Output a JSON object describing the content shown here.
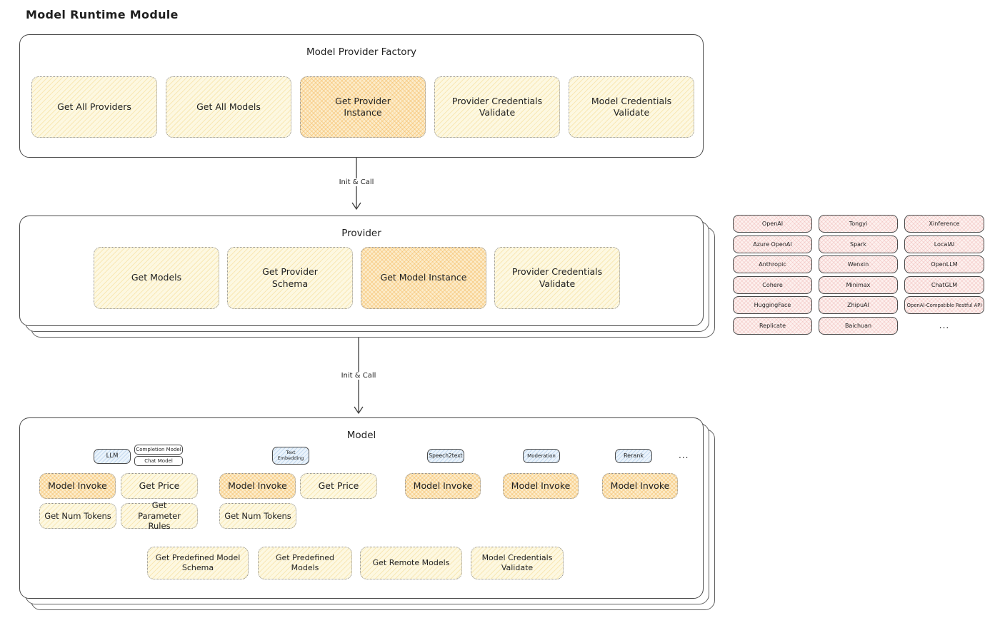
{
  "page": {
    "title": "Model Runtime Module"
  },
  "colors": {
    "highlight_orange": "#f3b75c",
    "light_yellow_fill": "#fdf8e1",
    "provider_pink_fill": "#fdf1ef",
    "tab_blue_fill": "#eaf3fb",
    "outline_gray": "#4a4a4a"
  },
  "factory": {
    "title": "Model Provider Factory",
    "items": [
      {
        "label": "Get All Providers",
        "highlighted": false
      },
      {
        "label": "Get All Models",
        "highlighted": false
      },
      {
        "label": "Get Provider Instance",
        "highlighted": true
      },
      {
        "label": "Provider Credentials Validate",
        "highlighted": false
      },
      {
        "label": "Model Credentials Validate",
        "highlighted": false
      }
    ]
  },
  "arrow_factory_to_provider": {
    "label": "Init & Call"
  },
  "provider": {
    "title": "Provider",
    "items": [
      {
        "label": "Get Models",
        "highlighted": false
      },
      {
        "label": "Get Provider Schema",
        "highlighted": false
      },
      {
        "label": "Get Model Instance",
        "highlighted": true
      },
      {
        "label": "Provider Credentials Validate",
        "highlighted": false
      }
    ]
  },
  "provider_catalog": {
    "rows": [
      [
        "OpenAI",
        "Tongyi",
        "Xinference"
      ],
      [
        "Azure OpenAI",
        "Spark",
        "LocalAI"
      ],
      [
        "Anthropic",
        "Wenxin",
        "OpenLLM"
      ],
      [
        "Cohere",
        "Minimax",
        "ChatGLM"
      ],
      [
        "HuggingFace",
        "ZhipuAI",
        "OpenAI-Compatible Restful API"
      ],
      [
        "Replicate",
        "Baichuan"
      ]
    ],
    "more": "..."
  },
  "arrow_provider_to_model": {
    "label": "Init & Call"
  },
  "model": {
    "title": "Model",
    "types": {
      "llm": "LLM",
      "completion_model": "Completion Model",
      "chat_model": "Chat Model",
      "text_embedding": "Text Embedding",
      "speech2text": "Speech2text",
      "moderation": "Moderation",
      "rerank": "Rerank",
      "more": "..."
    },
    "operations": {
      "llm": [
        "Model Invoke",
        "Get Price",
        "Get Num Tokens",
        "Get Parameter Rules"
      ],
      "text_embedding": [
        "Model Invoke",
        "Get Price",
        "Get Num Tokens"
      ],
      "speech2text": [
        "Model Invoke"
      ],
      "moderation": [
        "Model Invoke"
      ],
      "rerank": [
        "Model Invoke"
      ],
      "shared": [
        "Get Predefined Model Schema",
        "Get Predefined Models",
        "Get Remote Models",
        "Model Credentials Validate"
      ]
    }
  }
}
